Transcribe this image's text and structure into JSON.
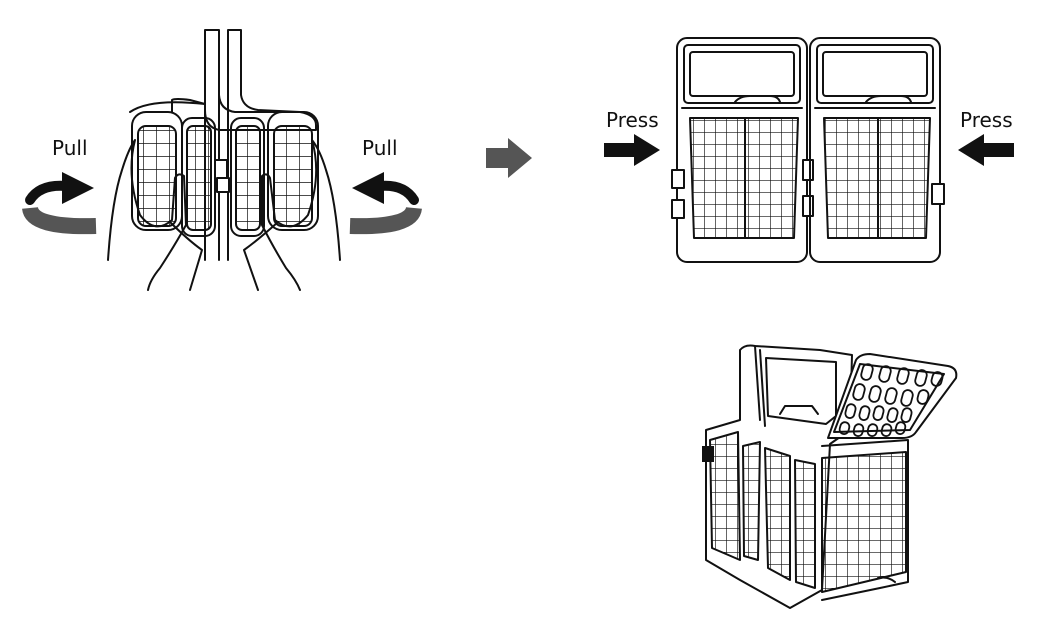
{
  "labels": {
    "pull_left": "Pull",
    "pull_right": "Pull",
    "press_left": "Press",
    "press_right": "Press"
  },
  "panels": [
    {
      "name": "basket-separated-pull"
    },
    {
      "name": "basket-pair-press"
    },
    {
      "name": "basket-assembled-lid-open"
    }
  ],
  "colors": {
    "line": "#111111",
    "curl": "#555555",
    "step_arrow": "#555555"
  }
}
